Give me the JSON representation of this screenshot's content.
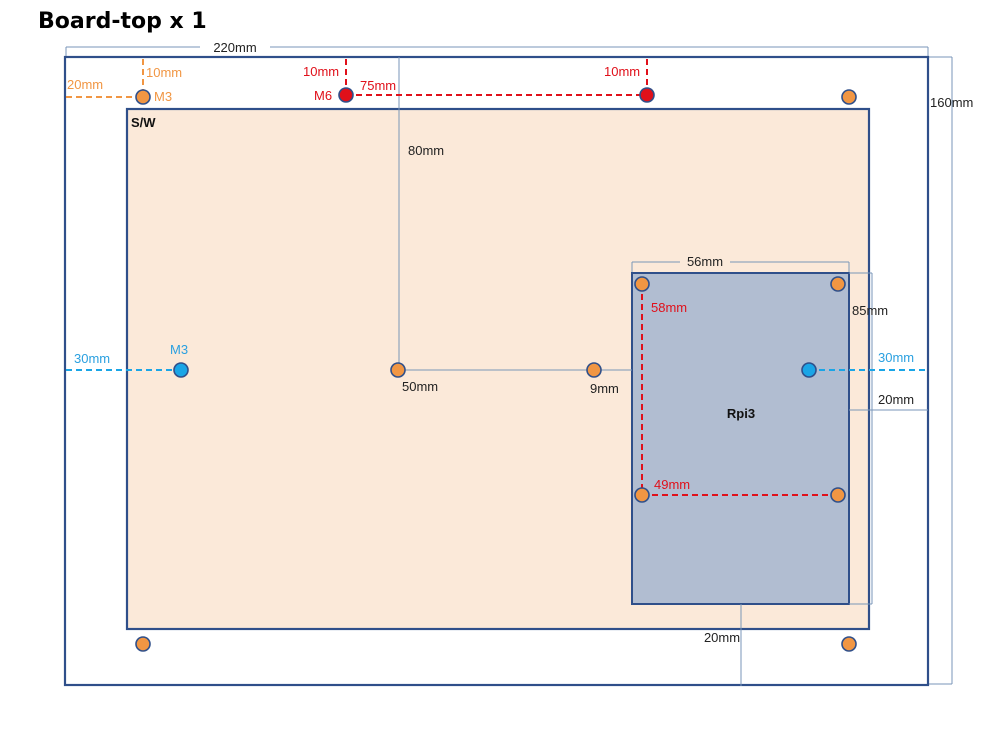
{
  "title": "Board-top x 1",
  "colors": {
    "outline": "#2f4f8a",
    "dim_line": "#7a96b8",
    "sw_fill": "#fbe9d9",
    "rpi_fill": "#b1bdd1",
    "orange": "#f19643",
    "orange_text": "#f19643",
    "red": "#e0101a",
    "blue": "#1aa5e6",
    "blue_text": "#2aa0e0",
    "dark_text": "#222222"
  },
  "board": {
    "width_label": "220mm",
    "height_label": "160mm"
  },
  "sw_panel": {
    "label": "S/W"
  },
  "rpi_panel": {
    "label": "Rpi3",
    "width_label": "56mm",
    "height_label": "85mm",
    "hole_v_label": "58mm",
    "hole_h_label": "49mm",
    "bottom_label": "20mm",
    "right_label": "20mm"
  },
  "m3_corner": {
    "screw_label": "M3",
    "x_label": "20mm",
    "y_label": "10mm"
  },
  "m6": {
    "screw_label": "M6",
    "left_y_label": "10mm",
    "right_y_label": "10mm",
    "spacing_label": "75mm"
  },
  "m3_side": {
    "screw_label": "M3",
    "left_label": "30mm",
    "right_label": "30mm"
  },
  "center_dims": {
    "vertical_label": "80mm",
    "horizontal_label": "50mm",
    "gap_label": "9mm"
  }
}
